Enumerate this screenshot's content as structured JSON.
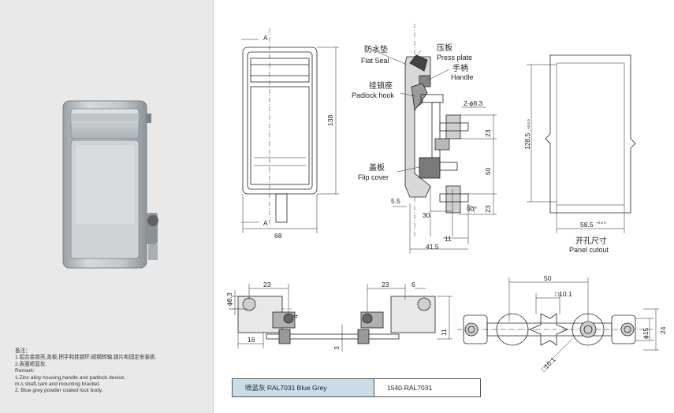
{
  "labels": {
    "section_mark_top": "A",
    "section_mark_bottom": "A",
    "flat_seal_cn": "防水垫",
    "flat_seal_en": "Flat Seal",
    "press_plate_cn": "压板",
    "press_plate_en": "Press plate",
    "handle_cn": "手柄",
    "handle_en": "Handle",
    "padlock_hook_cn": "挂锁座",
    "padlock_hook_en": "Padlock hook",
    "flip_cover_cn": "盖板",
    "flip_cover_en": "Flip cover",
    "panel_cutout_cn": "开孔尺寸",
    "panel_cutout_en": "Panel cutout"
  },
  "dimensions": {
    "front_height": "138",
    "front_width": "68",
    "hole_spec": "2-ϕ8.3",
    "side_23_top": "23",
    "side_50": "50",
    "side_23_bottom": "23",
    "side_5_5": "5.5",
    "side_30": "30",
    "side_angle": "90°",
    "side_11": "11",
    "side_41_5": "41.5",
    "cutout_height": "128.5",
    "cutout_height_tol": "+0.5 0",
    "cutout_width": "58.5",
    "cutout_width_tol": "+0.5 0",
    "b1_dia": "ϕ8.3",
    "b1_23": "23",
    "b1_4": "4",
    "b1_16": "16",
    "b1_3": "3",
    "b2_23": "23",
    "b2_6": "6",
    "b2_11": "11",
    "b3_50": "50",
    "b3_sq_top": "□10.1",
    "b3_sq_bottom": "□10.1",
    "b3_dia15": "ϕ15",
    "b3_24": "24"
  },
  "notes": {
    "title_cn": "备注：",
    "line1_cn": "1.铝合金锁壳,盖板,把手和挂锁环;碳钢转轴,锁片和固定安装板.",
    "line2_cn": "2.表面喷蓝灰.",
    "title_en": "Remark:",
    "line1_en": "1.Zinc alloy housing,handle and padlock device;",
    "line1b_en": "m.s shaft,cam and mounting bracket.",
    "line2_en": "2. Blue grey powder coated lock body."
  },
  "spec": {
    "color": "喷蓝灰 RAL7031 Blue Grey",
    "code": "1540-RAL7031"
  }
}
